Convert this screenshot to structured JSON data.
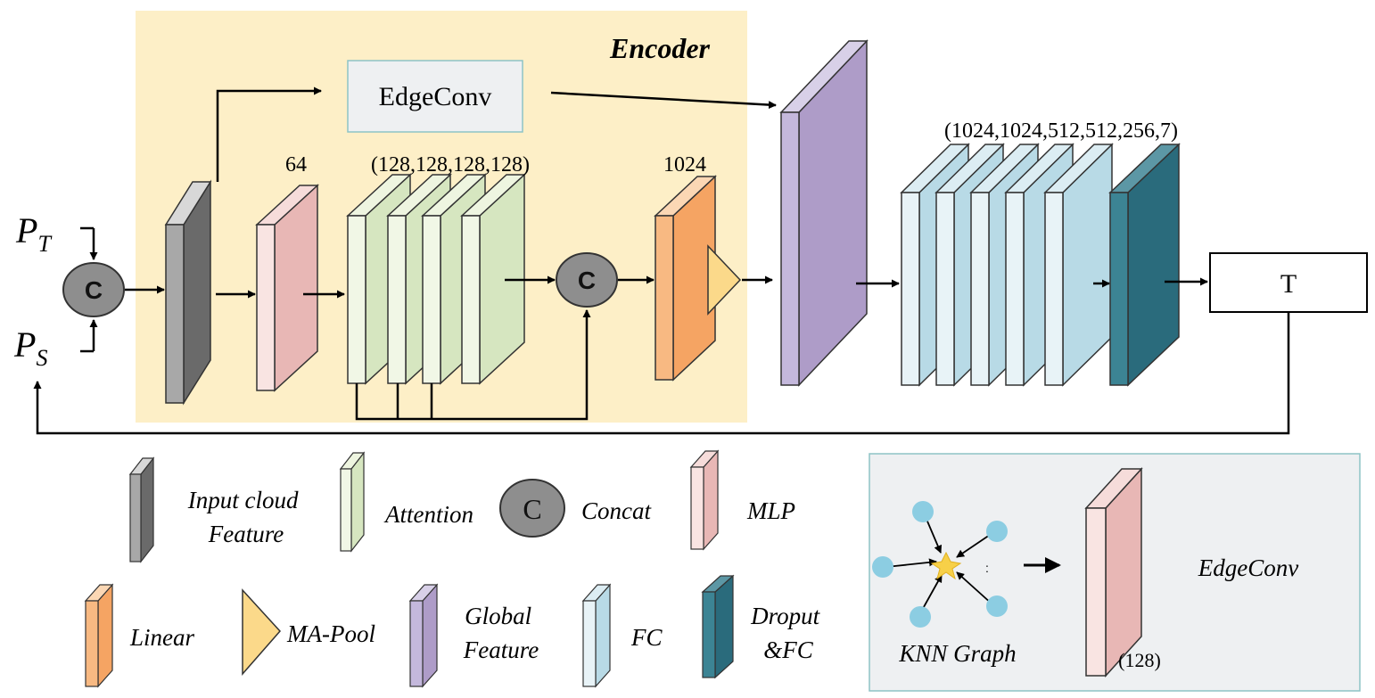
{
  "title": "Encoder",
  "inputs": {
    "target_main": "P",
    "target_sub": "T",
    "source_main": "P",
    "source_sub": "S"
  },
  "concat_symbol": "C",
  "edgeconv_box": "EdgeConv",
  "dims": {
    "mlp": "64",
    "attention": "(128,128,128,128)",
    "linear": "1024",
    "fc": "(1024,1024,512,512,256,7)"
  },
  "output_label": "T",
  "legend": {
    "input_cloud_line1": "Input cloud",
    "input_cloud_line2": "Feature",
    "attention": "Attention",
    "concat": "Concat",
    "mlp": "MLP",
    "linear": "Linear",
    "ma_pool": "MA-Pool",
    "global_line1": "Global",
    "global_line2": "Feature",
    "fc": "FC",
    "dropout_line1": "Droput",
    "dropout_line2": "&FC",
    "knn_graph": "KNN Graph",
    "knn_dots": ":",
    "edgeconv_dim": "(128)",
    "edgeconv": "EdgeConv"
  },
  "colors": {
    "encoder_bg": "#fdefc7",
    "input_cloud": "#a8a8a8",
    "mlp": "#e8b7b5",
    "attention": "#d6e6c0",
    "concat": "#8e8e8e",
    "linear": "#f5a463",
    "ma_pool": "#fbd98a",
    "global": "#ae9cc8",
    "fc": "#b8dae6",
    "dropout": "#2a6b7c",
    "edgeconv_box": "#eef0f2",
    "knn_node": "#8ccde2",
    "knn_center": "#f7d048"
  }
}
